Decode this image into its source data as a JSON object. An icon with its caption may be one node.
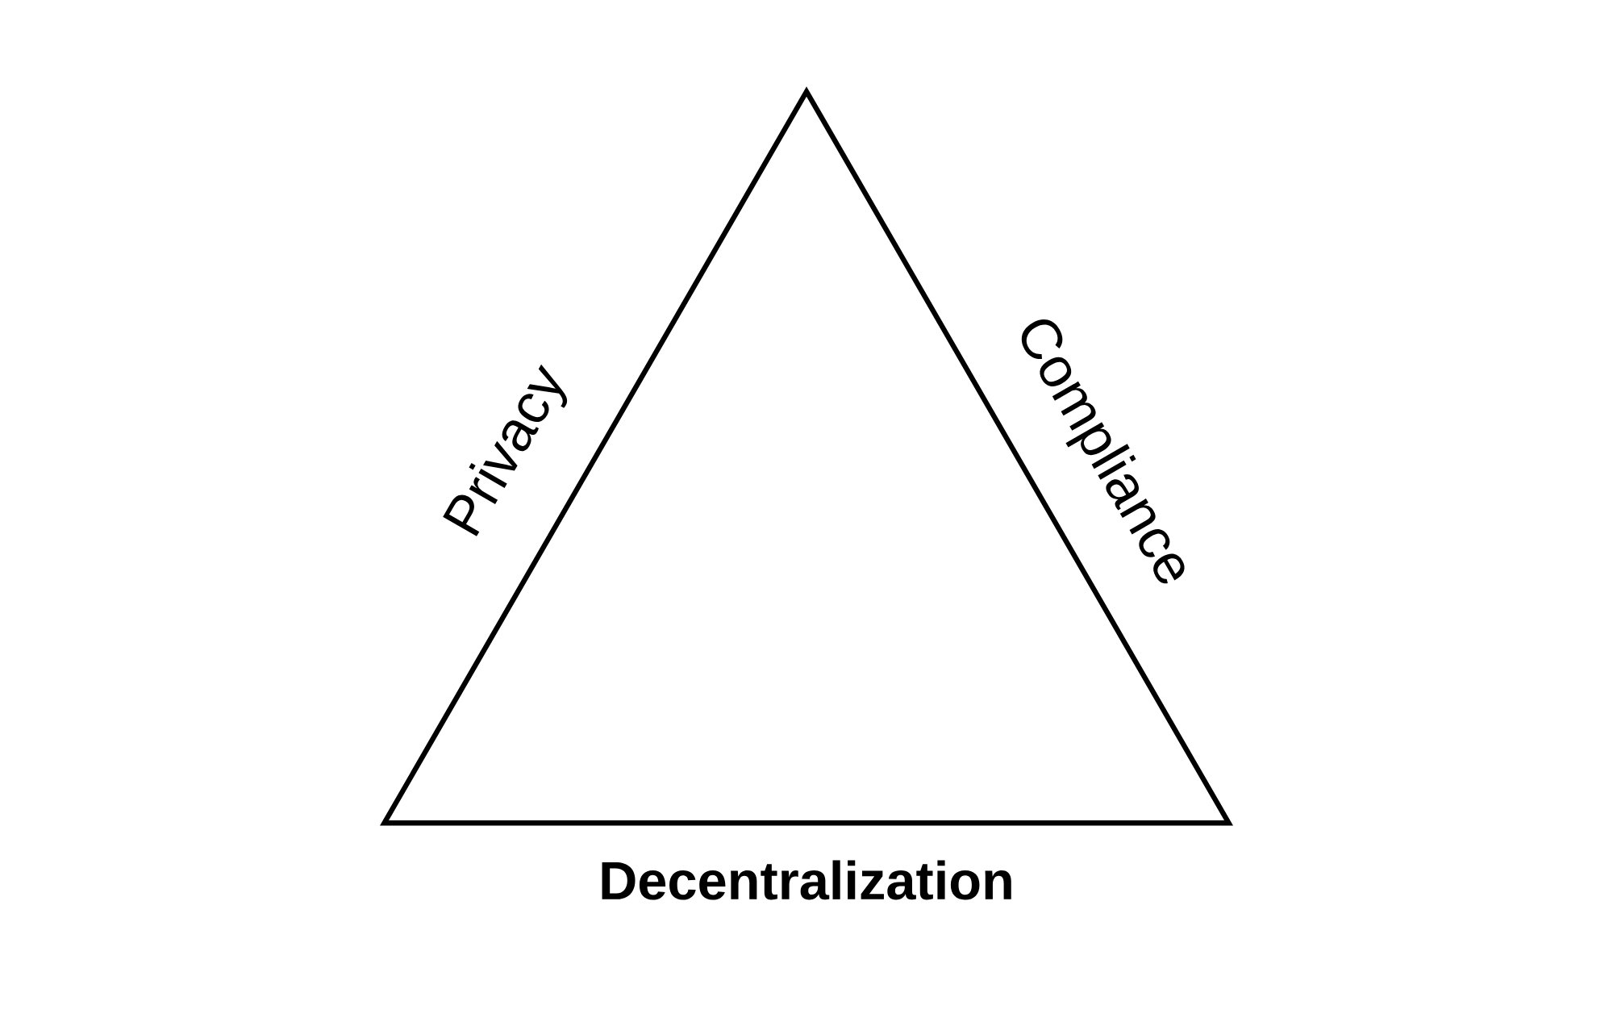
{
  "diagram": {
    "nodes": [
      {
        "text": [],
        "shape": "triangle",
        "beside": [
          "Privacy",
          "Compliance",
          "Decentralization"
        ]
      }
    ]
  }
}
